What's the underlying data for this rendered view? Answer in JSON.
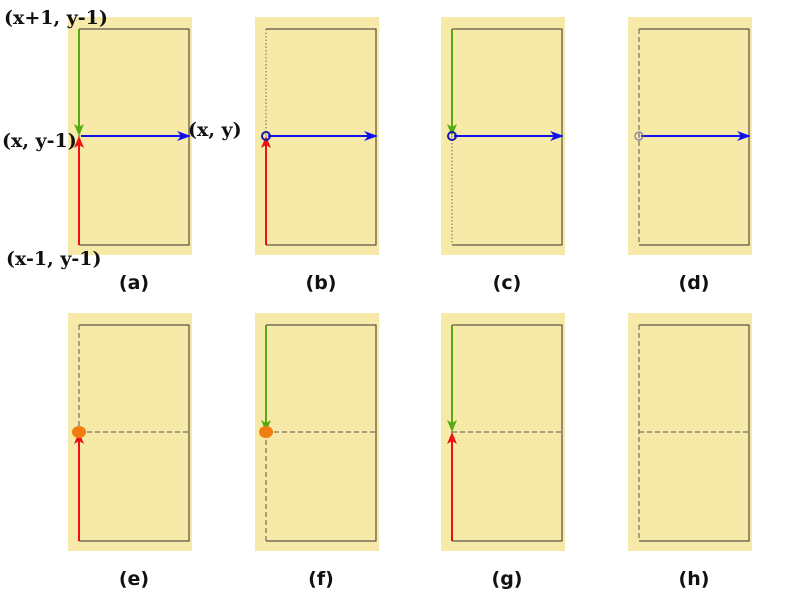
{
  "colors": {
    "panel_bg": "#f7eaa9",
    "inner_box_stroke": "#333333",
    "dotted_line": "#666666",
    "dashed_line": "#555555",
    "arrow_red": "#ee1111",
    "arrow_green": "#55aa11",
    "arrow_blue": "#1111ee",
    "ring_stroke": "#1a1aa8",
    "dot_orange": "#f07d10"
  },
  "labels": {
    "top_coord": "(x+1, y-1)",
    "mid_coord": "(x, y-1)",
    "right_coord": "(x, y)",
    "bottom_coord": "(x-1, y-1)"
  },
  "panels": [
    {
      "id": "a",
      "caption": "(a)",
      "left_edge": "solid",
      "mid_line": false,
      "red_arrow": true,
      "green_arrow": true,
      "blue_arrow": true,
      "marker": "none"
    },
    {
      "id": "b",
      "caption": "(b)",
      "left_edge": "dotted-top",
      "mid_line": false,
      "red_arrow": true,
      "green_arrow": false,
      "blue_arrow": true,
      "marker": "ring"
    },
    {
      "id": "c",
      "caption": "(c)",
      "left_edge": "dotted-bottom",
      "mid_line": false,
      "red_arrow": false,
      "green_arrow": true,
      "blue_arrow": true,
      "marker": "ring"
    },
    {
      "id": "d",
      "caption": "(d)",
      "left_edge": "dashed",
      "mid_line": false,
      "red_arrow": false,
      "green_arrow": false,
      "blue_arrow": true,
      "marker": "ring-faint"
    },
    {
      "id": "e",
      "caption": "(e)",
      "left_edge": "dashed-top",
      "mid_line": true,
      "red_arrow": true,
      "green_arrow": false,
      "blue_arrow": false,
      "marker": "dot"
    },
    {
      "id": "f",
      "caption": "(f)",
      "left_edge": "dashed-bottom",
      "mid_line": true,
      "red_arrow": false,
      "green_arrow": true,
      "blue_arrow": false,
      "marker": "dot"
    },
    {
      "id": "g",
      "caption": "(g)",
      "left_edge": "solid",
      "mid_line": true,
      "red_arrow": true,
      "green_arrow": true,
      "blue_arrow": false,
      "marker": "none"
    },
    {
      "id": "h",
      "caption": "(h)",
      "left_edge": "dashed",
      "mid_line": true,
      "red_arrow": false,
      "green_arrow": false,
      "blue_arrow": false,
      "marker": "none"
    }
  ]
}
